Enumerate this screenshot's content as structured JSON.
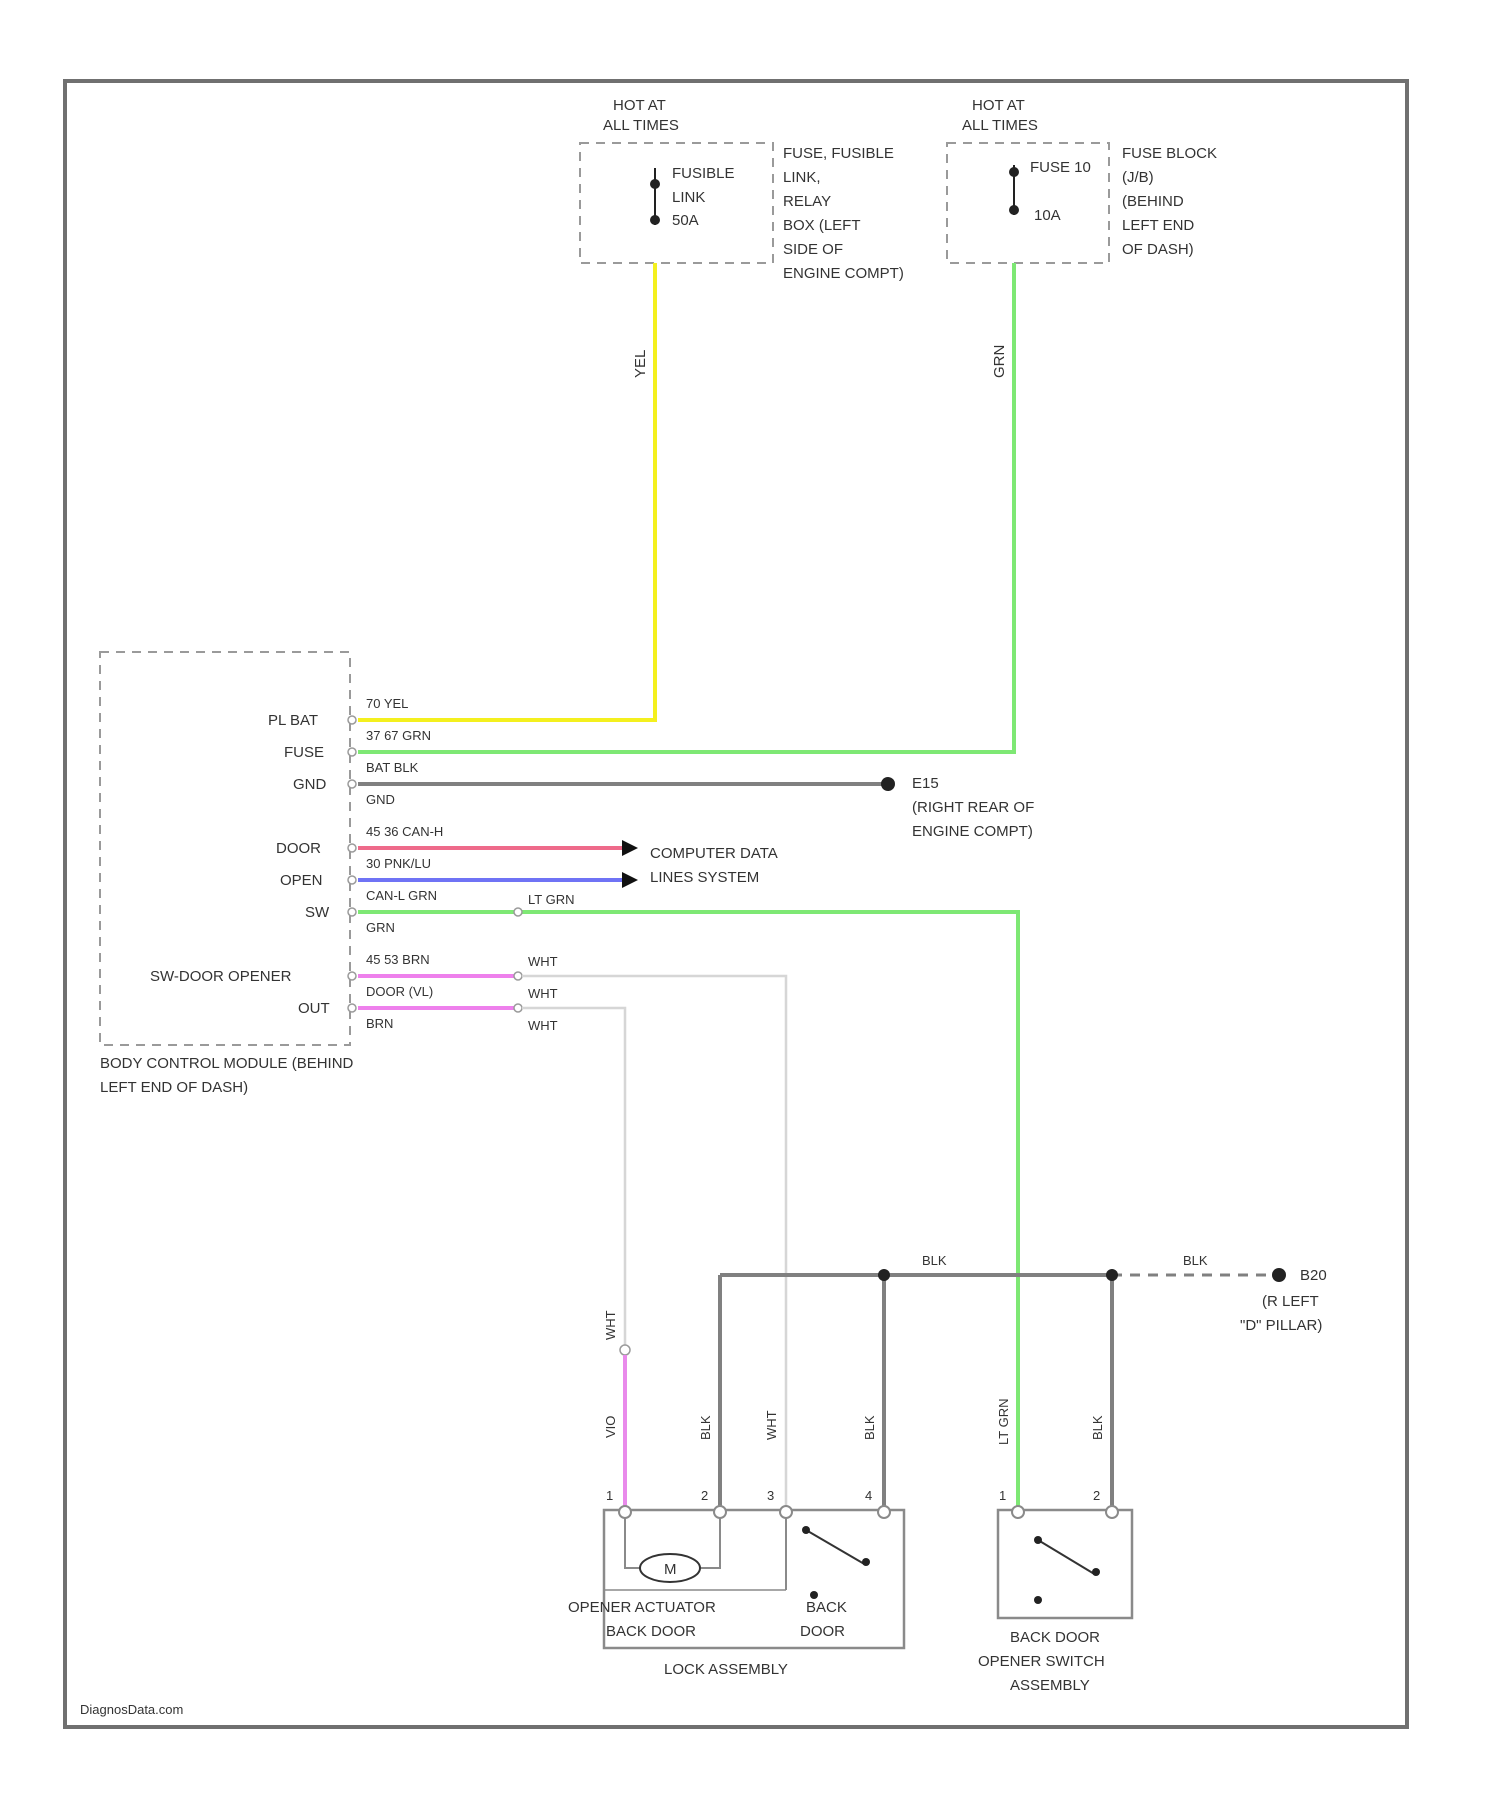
{
  "fuse_links": {
    "hot_label_1": "HOT AT",
    "hot_label_2": "ALL TIMES",
    "fusible": {
      "line1": "FUSIBLE",
      "line2": "LINK",
      "line3": "50A"
    },
    "fusible_location": [
      "FUSE, FUSIBLE",
      "LINK,",
      "RELAY",
      "BOX (LEFT",
      "SIDE OF",
      "ENGINE COMPT)"
    ],
    "fuse": {
      "line1": "FUSE 10",
      "line2": "10A"
    },
    "fuse_location": [
      "FUSE BLOCK",
      "(J/B)",
      "(BEHIND",
      "LEFT END",
      "OF DASH)"
    ]
  },
  "wire_labels": {
    "yel_vert": "YEL",
    "grn_vert": "GRN",
    "blk_bus_1": "BLK",
    "blk_bus_2": "BLK",
    "wht_vert_1": "WHT",
    "vio_vert": "VIO",
    "blk_vert_1": "BLK",
    "wht_vert_2": "WHT",
    "blk_vert_2": "BLK",
    "ltgrn_vert": "LT GRN",
    "blk_vert_3": "BLK"
  },
  "bcm": {
    "pins": [
      "PL BAT",
      "FUSE",
      "GND",
      "DOOR",
      "OPEN",
      "SW",
      "SW-DOOR OPENER",
      "OUT"
    ],
    "row_text": [
      "70   YEL",
      "37 67  GRN",
      "BAT  BLK",
      "GND",
      "45 36  CAN-H",
      "30 PNK/LU",
      "CAN-L  GRN",
      "GRN",
      "45 53  BRN",
      "DOOR (VL)",
      "BRN"
    ],
    "right_labels": [
      "WHT",
      "WHT",
      "WHT",
      "LT GRN"
    ],
    "name": [
      "BODY CONTROL MODULE (BEHIND",
      "LEFT END OF DASH)"
    ]
  },
  "ground_e": {
    "id": "E15",
    "location": [
      "(RIGHT REAR OF",
      "ENGINE COMPT)"
    ]
  },
  "data_lines": {
    "line1": "COMPUTER DATA",
    "line2": "LINES SYSTEM"
  },
  "ground_b": {
    "id": "B20",
    "location": [
      "(R LEFT",
      "\"D\" PILLAR)"
    ]
  },
  "components": {
    "motor_symbol": "M",
    "actuator": [
      "OPENER ACTUATOR",
      "BACK DOOR"
    ],
    "back_door": [
      "BACK",
      "DOOR"
    ],
    "lock_assembly": "LOCK ASSEMBLY",
    "switch_assembly": [
      "BACK DOOR",
      "OPENER SWITCH",
      "ASSEMBLY"
    ]
  },
  "pin_numbers": [
    "1",
    "2",
    "3",
    "4",
    "1",
    "2"
  ],
  "footer": "DiagnosData.com",
  "colors": {
    "yel": "#f4f01e",
    "grn": "#7ee874",
    "blk": "#808080",
    "can_h": "#ee6a8a",
    "can_l": "#6f73f5",
    "brn": "#ee80ec",
    "wht": "#d6d6d6",
    "vio": "#e98aeb",
    "frame": "#707070"
  }
}
